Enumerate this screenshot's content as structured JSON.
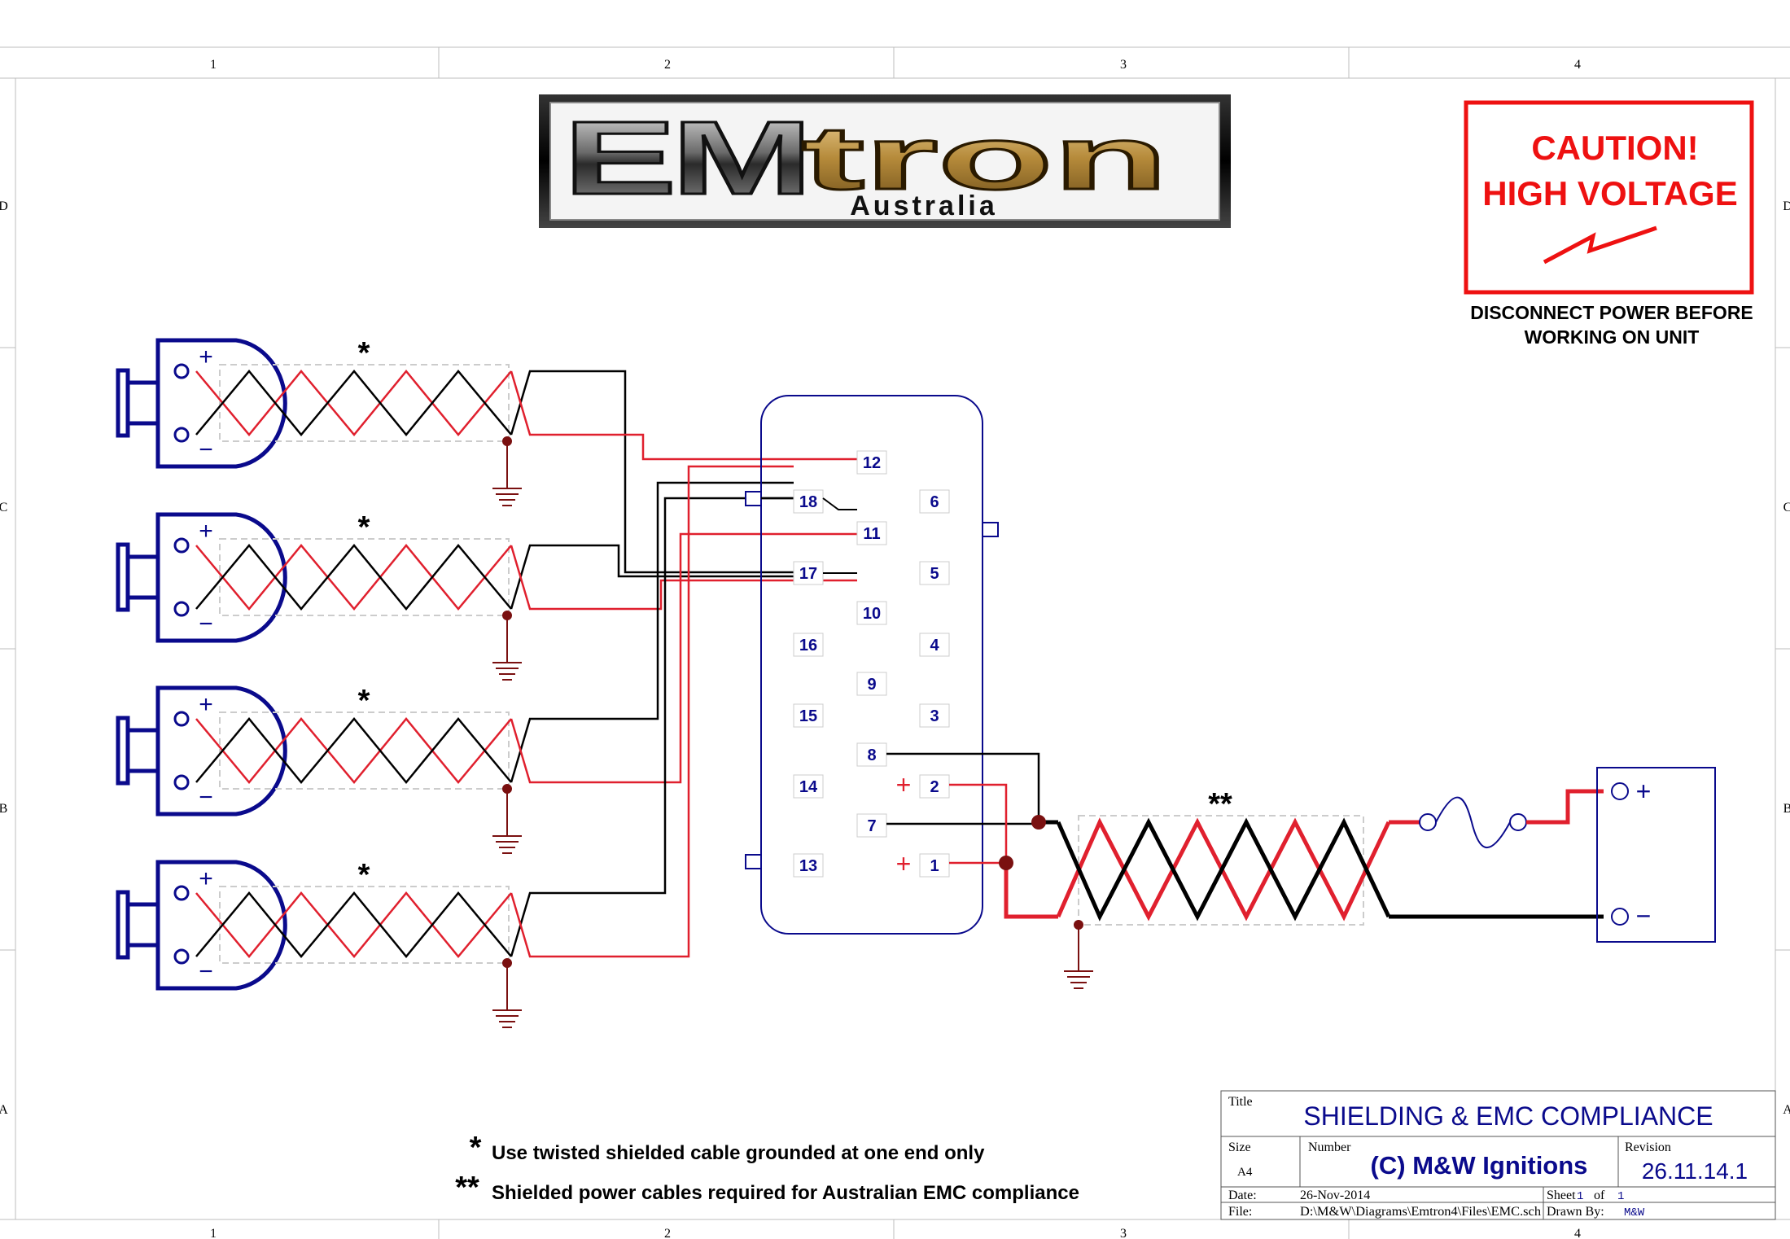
{
  "grid": {
    "columns": [
      "1",
      "2",
      "3",
      "4"
    ],
    "rows": [
      "D",
      "C",
      "B",
      "A"
    ]
  },
  "logo": {
    "main_text": "EMtron",
    "sub_text": "Australia"
  },
  "warning": {
    "line1": "CAUTION!",
    "line2": "HIGH VOLTAGE",
    "note_line1": "DISCONNECT POWER BEFORE",
    "note_line2": "WORKING ON UNIT"
  },
  "sensors": [
    {
      "plus": "+",
      "minus": "−",
      "marker": "*"
    },
    {
      "plus": "+",
      "minus": "−",
      "marker": "*"
    },
    {
      "plus": "+",
      "minus": "−",
      "marker": "*"
    },
    {
      "plus": "+",
      "minus": "−",
      "marker": "*"
    }
  ],
  "connector": {
    "pins": [
      "12",
      "18",
      "6",
      "11",
      "17",
      "5",
      "10",
      "16",
      "4",
      "9",
      "15",
      "3",
      "8",
      "14",
      "2",
      "7",
      "13",
      "1"
    ],
    "pin2_sign": "+",
    "pin1_sign": "+"
  },
  "power_cable": {
    "marker": "**"
  },
  "battery": {
    "plus": "+",
    "minus": "−"
  },
  "notes": [
    {
      "mark": "*",
      "text": "Use twisted shielded cable grounded at one end only"
    },
    {
      "mark": "**",
      "text": "Shielded power cables required for Australian EMC compliance"
    }
  ],
  "title_block": {
    "title_label": "Title",
    "title": "SHIELDING & EMC COMPLIANCE",
    "size_label": "Size",
    "size": "A4",
    "number_label": "Number",
    "number": "(C) M&W Ignitions",
    "revision_label": "Revision",
    "revision": "26.11.14.1",
    "date_label": "Date:",
    "date": "26-Nov-2014",
    "sheet_label": "Sheet",
    "sheet": "1",
    "of_label": "of",
    "of": "1",
    "file_label": "File:",
    "file": "D:\\M&W\\Diagrams\\Emtron4\\Files\\EMC.sch",
    "drawn_label": "Drawn By:",
    "drawn": "M&W"
  },
  "colors": {
    "navy": "#0a0a8c",
    "red": "#e0202e",
    "black": "#000000",
    "ground": "#7a1010",
    "logo_gold": "#b58a3a",
    "warning_red": "#ee1111"
  }
}
